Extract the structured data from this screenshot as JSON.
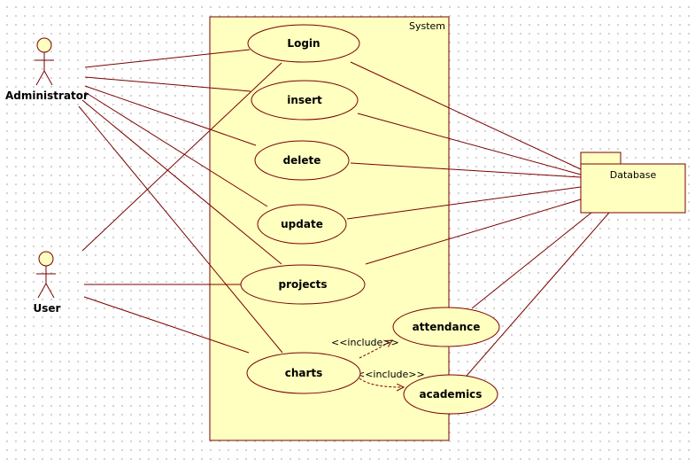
{
  "system": {
    "label": "System"
  },
  "actors": [
    {
      "id": "admin",
      "label": "Administrator"
    },
    {
      "id": "user",
      "label": "User"
    }
  ],
  "use_cases": [
    {
      "id": "login",
      "label": "Login"
    },
    {
      "id": "insert",
      "label": "insert"
    },
    {
      "id": "delete",
      "label": "delete"
    },
    {
      "id": "update",
      "label": "update"
    },
    {
      "id": "projects",
      "label": "projects"
    },
    {
      "id": "charts",
      "label": "charts"
    },
    {
      "id": "attendance",
      "label": "attendance"
    },
    {
      "id": "academics",
      "label": "academics"
    }
  ],
  "package": {
    "label": "Database"
  },
  "relations": {
    "include_1": "<<include>>",
    "include_2": "<<include>>"
  },
  "colors": {
    "fill": "#ffffc0",
    "stroke": "#7a0000",
    "border": "#000000"
  }
}
